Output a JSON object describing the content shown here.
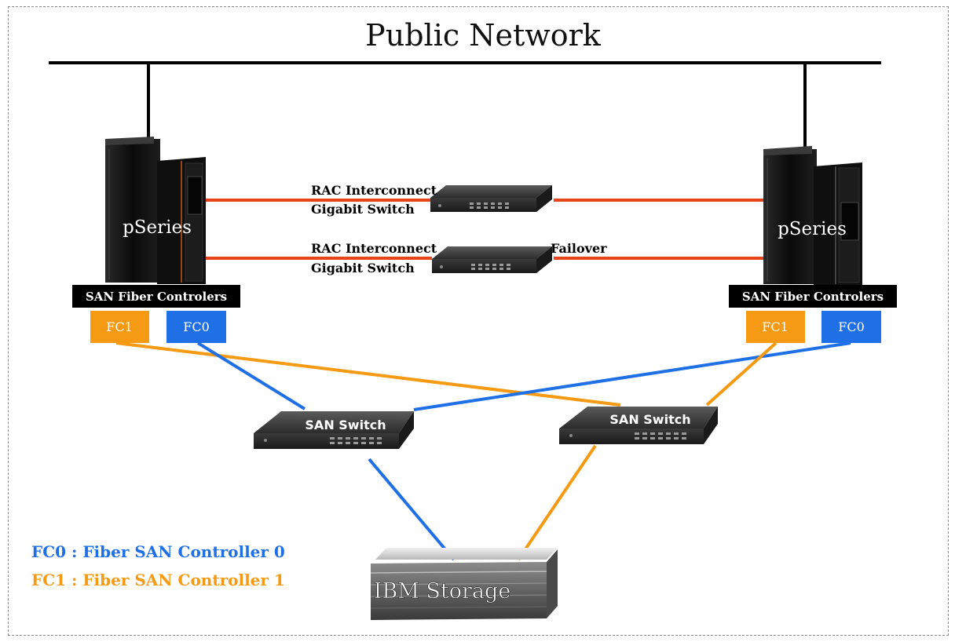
{
  "title": "Public Network",
  "servers": {
    "left": {
      "label": "pSeries",
      "controllers_label": "SAN Fiber Controlers",
      "fc1": "FC1",
      "fc0": "FC0"
    },
    "right": {
      "label": "pSeries",
      "controllers_label": "SAN Fiber Controlers",
      "fc1": "FC1",
      "fc0": "FC0"
    }
  },
  "interconnect": {
    "top": {
      "line1": "RAC Interconnect",
      "line2": "Gigabit Switch"
    },
    "bottom": {
      "line1": "RAC Interconnect",
      "line2": "Gigabit Switch",
      "note": "Failover"
    }
  },
  "san_switches": {
    "left": "SAN Switch",
    "right": "SAN Switch"
  },
  "storage": {
    "label": "IBM Storage"
  },
  "legend": {
    "fc0": "FC0 : Fiber SAN Controller 0",
    "fc1": "FC1 : Fiber SAN Controller 1"
  },
  "colors": {
    "network_line": "#000000",
    "interconnect_line": "#e8431a",
    "fc0": "#1f6fe6",
    "fc1": "#f59a12",
    "server_body": "#111111"
  }
}
